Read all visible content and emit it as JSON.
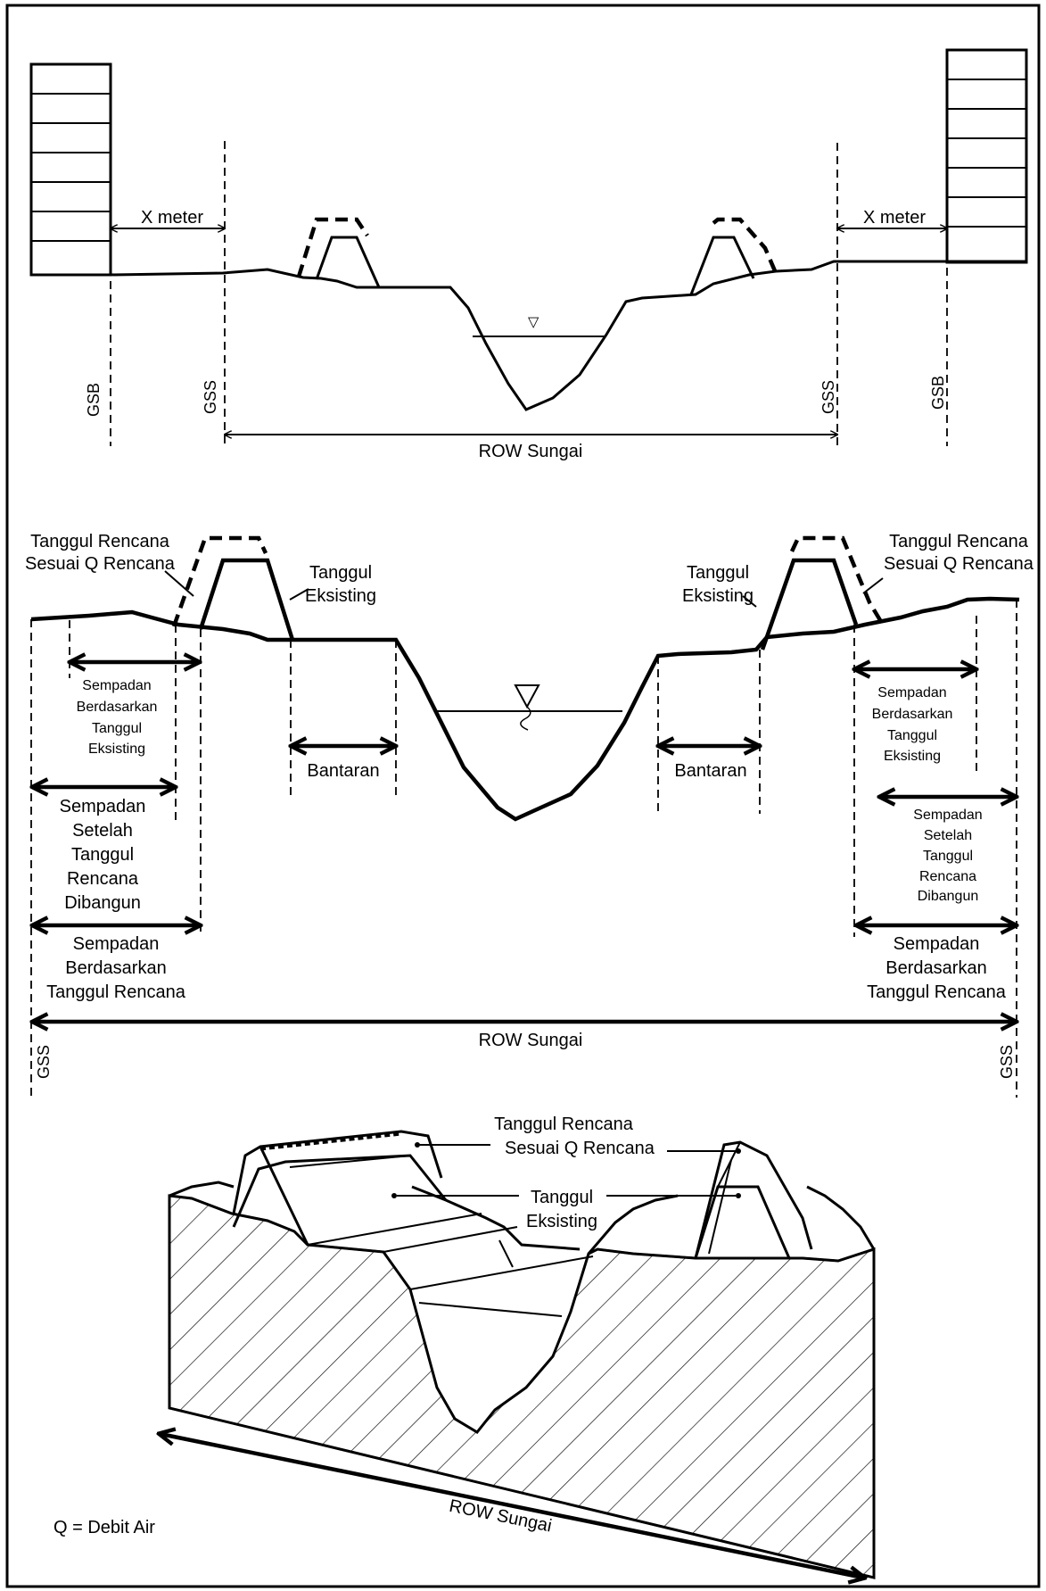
{
  "section_top": {
    "x_meter_left": "X meter",
    "x_meter_right": "X meter",
    "gsb_left": "GSB",
    "gss_left": "GSS",
    "gss_right": "GSS",
    "gsb_right": "GSB",
    "row": "ROW Sungai"
  },
  "section_middle": {
    "tanggul_rencana_left_1": "Tanggul Rencana",
    "tanggul_rencana_left_2": "Sesuai Q Rencana",
    "tanggul_rencana_right_1": "Tanggul Rencana",
    "tanggul_rencana_right_2": "Sesuai Q Rencana",
    "tanggul_eksisting_left_1": "Tanggul",
    "tanggul_eksisting_left_2": "Eksisting",
    "tanggul_eksisting_right_1": "Tanggul",
    "tanggul_eksisting_right_2": "Eksisting",
    "sempadan_eksisting_left": [
      "Sempadan",
      "Berdasarkan",
      "Tanggul",
      "Eksisting"
    ],
    "sempadan_eksisting_right": [
      "Sempadan",
      "Berdasarkan",
      "Tanggul",
      "Eksisting"
    ],
    "sempadan_setelah_left": [
      "Sempadan",
      "Setelah",
      "Tanggul",
      "Rencana",
      "Dibangun"
    ],
    "sempadan_setelah_right": [
      "Sempadan",
      "Setelah",
      "Tanggul",
      "Rencana",
      "Dibangun"
    ],
    "sempadan_rencana_left": [
      "Sempadan",
      "Berdasarkan",
      "Tanggul Rencana"
    ],
    "sempadan_rencana_right": [
      "Sempadan",
      "Berdasarkan",
      "Tanggul Rencana"
    ],
    "bantaran_left": "Bantaran",
    "bantaran_right": "Bantaran",
    "row": "ROW Sungai",
    "gss_left": "GSS",
    "gss_right": "GSS"
  },
  "section_3d": {
    "tanggul_rencana_1": "Tanggul Rencana",
    "tanggul_rencana_2": "Sesuai Q Rencana",
    "tanggul_eksisting_1": "Tanggul",
    "tanggul_eksisting_2": "Eksisting",
    "row": "ROW Sungai"
  },
  "legend": {
    "q_definition": "Q = Debit Air"
  }
}
